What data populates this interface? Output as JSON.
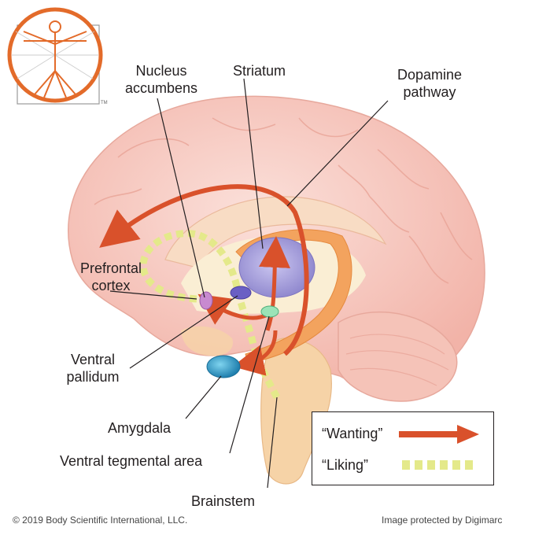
{
  "labels": {
    "nucleus_accumbens": [
      "Nucleus",
      "accumbens"
    ],
    "striatum": "Striatum",
    "dopamine_pathway": [
      "Dopamine",
      "pathway"
    ],
    "prefrontal_cortex": [
      "Prefrontal",
      "cortex"
    ],
    "ventral_pallidum": [
      "Ventral",
      "pallidum"
    ],
    "amygdala": "Amygdala",
    "ventral_tegmental_area": "Ventral tegmental area",
    "brainstem": "Brainstem"
  },
  "legend": {
    "wanting": "“Wanting”",
    "liking": "“Liking”"
  },
  "logo": {
    "trademark": "TM"
  },
  "footer": {
    "copyright": "© 2019 Body Scientific International, LLC.",
    "protection": "Image protected by Digimarc"
  },
  "colors": {
    "wanting_arrow": "#d9512b",
    "liking_path": "#e4e98a",
    "logo_orange": "#e36b2a",
    "brain": "#f7c9c0",
    "striatum": "#a9a3dc",
    "amygdala": "#2f9fc6"
  }
}
